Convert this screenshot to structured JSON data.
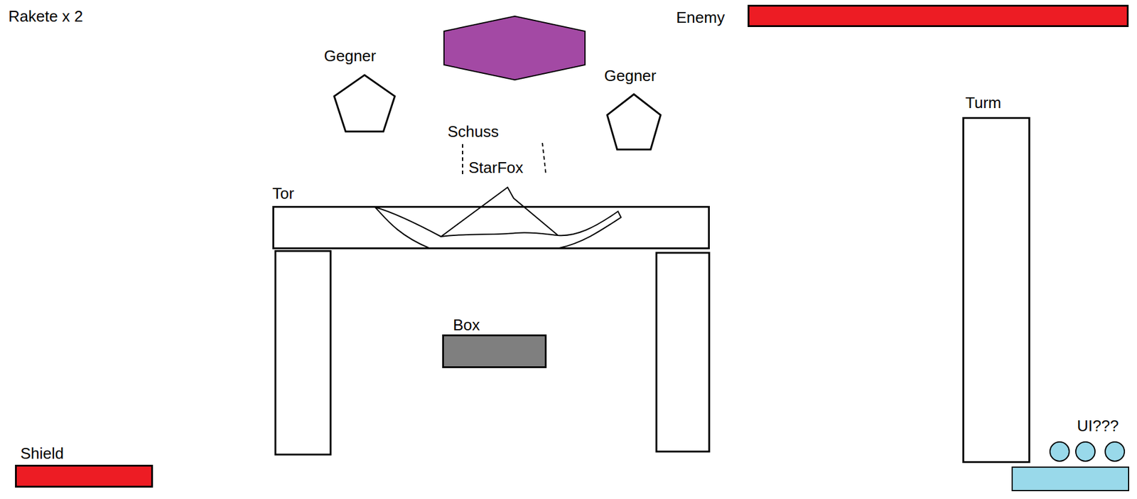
{
  "diagram": {
    "nodes": [
      {
        "text": [
          "Enemy"
        ]
      },
      {
        "text": [
          "Gegner"
        ]
      },
      {
        "text": [
          "Gegner"
        ]
      },
      {
        "text": [
          "Tor"
        ]
      },
      {
        "text": [
          "Box"
        ]
      },
      {
        "text": [
          "Turm"
        ]
      },
      {
        "text": [
          "Shield"
        ]
      }
    ],
    "labels": [
      "Rakete x 2",
      "Schuss",
      "StarFox",
      "UI???"
    ]
  }
}
